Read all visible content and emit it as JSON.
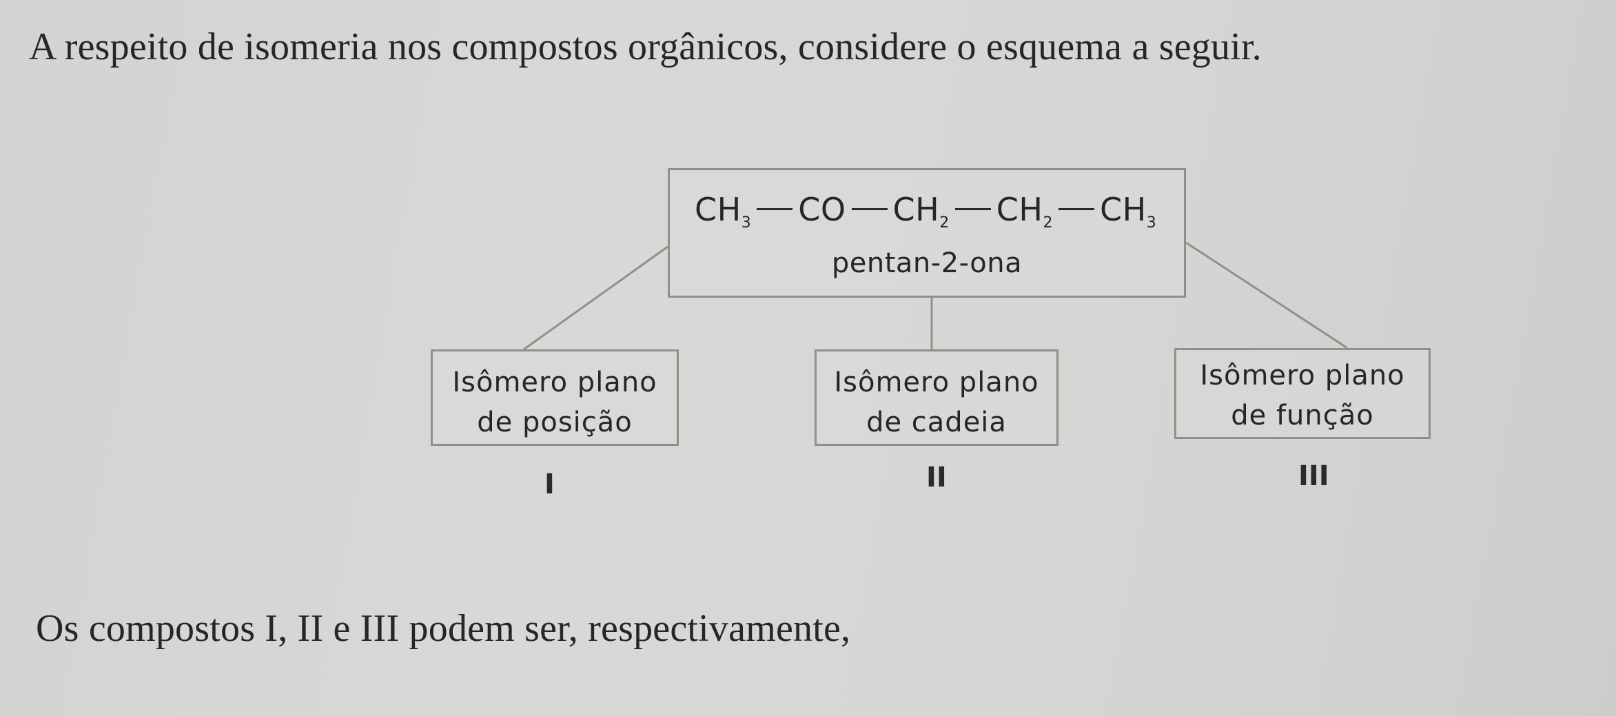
{
  "question": {
    "intro": "A respeito de isomeria nos compostos orgânicos, considere o esquema a seguir.",
    "footer": "Os compostos I, II e III podem ser, respectivamente,"
  },
  "diagram": {
    "compound": {
      "groups": [
        "CH",
        "CO",
        "CH",
        "CH",
        "CH"
      ],
      "subscripts": [
        "3",
        "",
        "2",
        "2",
        "3"
      ],
      "name": "pentan-2-ona"
    },
    "isomers": [
      {
        "line1": "Isômero plano",
        "line2": "de posição",
        "numeral": "I"
      },
      {
        "line1": "Isômero plano",
        "line2": "de cadeia",
        "numeral": "II"
      },
      {
        "line1": "Isômero plano",
        "line2": "de função",
        "numeral": "III"
      }
    ]
  }
}
